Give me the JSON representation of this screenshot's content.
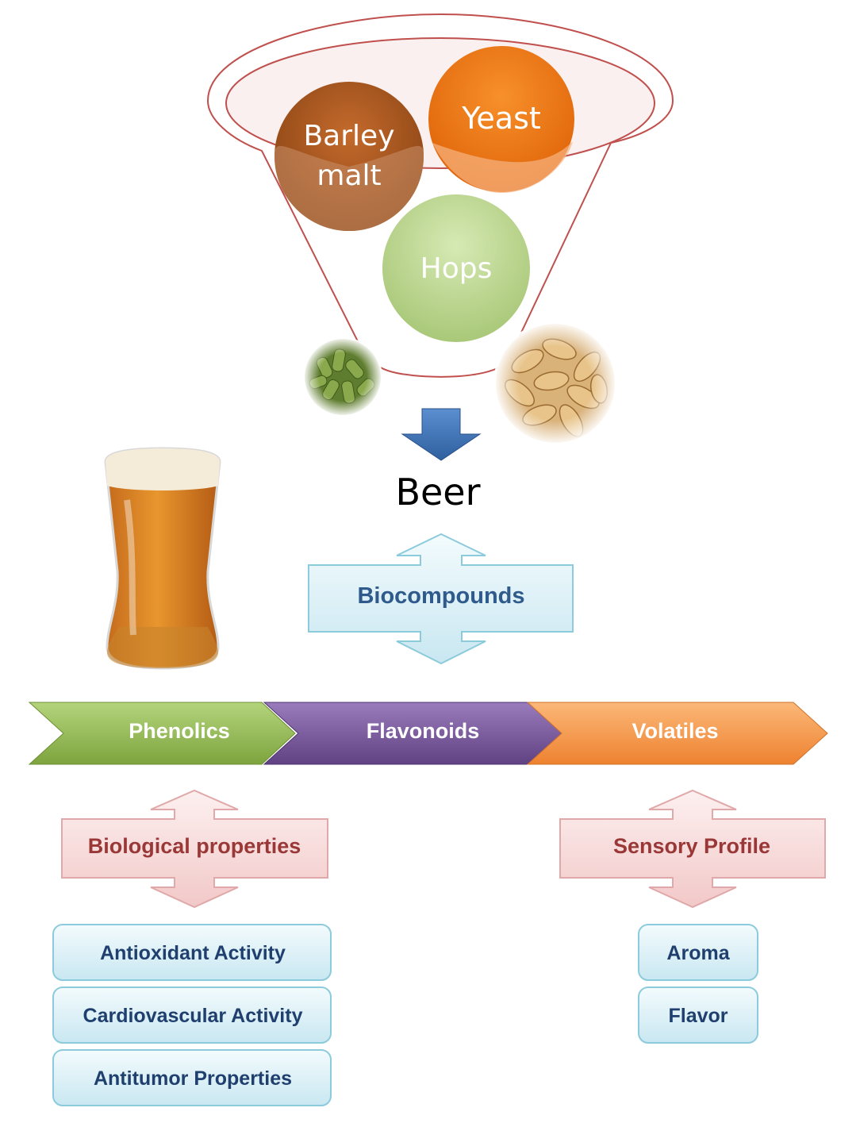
{
  "ingredients": {
    "barley": [
      "Barley",
      "malt"
    ],
    "yeast": "Yeast",
    "hops": "Hops"
  },
  "product": "Beer",
  "biocompounds": "Biocompounds",
  "compounds": [
    "Phenolics",
    "Flavonoids",
    "Volatiles"
  ],
  "biological": {
    "title": "Biological properties",
    "items": [
      "Antioxidant Activity",
      "Cardiovascular Activity",
      "Antitumor Properties"
    ]
  },
  "sensory": {
    "title": "Sensory Profile",
    "items": [
      "Aroma",
      "Flavor"
    ]
  },
  "colors": {
    "funnel_stroke": "#c0504d",
    "barley": "#a0521d",
    "yeast": "#f0780f",
    "hops": "#c3dc98",
    "blue_arrow": "#3a6fb0",
    "cyan_box": "#dcf0f6",
    "cyan_stroke": "#8ccbdc",
    "cyan_text": "#2f5a8c",
    "pink_box": "#f8dcdc",
    "pink_stroke": "#e0a8a8",
    "pink_text": "#9a3838",
    "green_chevron": "#94bb5a",
    "purple_chevron": "#7a5a9c",
    "orange_chevron": "#f29a4c"
  }
}
